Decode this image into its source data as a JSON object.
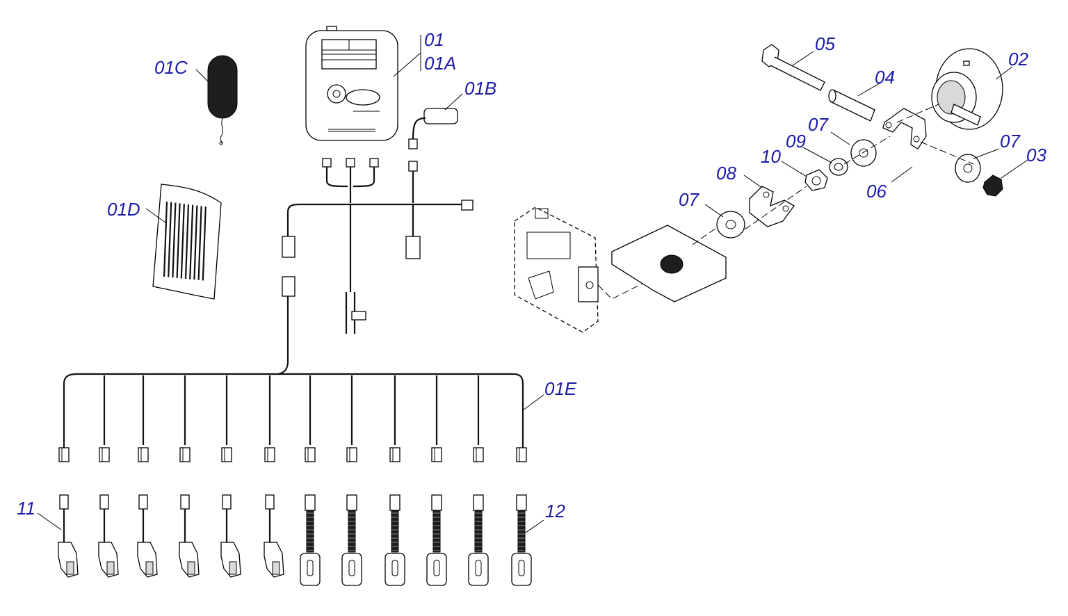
{
  "title": "",
  "callouts": {
    "c01": "01",
    "c01A": "01A",
    "c01B": "01B",
    "c01C": "01C",
    "c01D": "01D",
    "c01E": "01E",
    "c02": "02",
    "c03": "03",
    "c04": "04",
    "c05": "05",
    "c06": "06",
    "c07a": "07",
    "c07b": "07",
    "c07c": "07",
    "c08": "08",
    "c09": "09",
    "c10": "10",
    "c11": "11",
    "c12": "12"
  },
  "colors": {
    "callout": "#1a1aa8",
    "line": "#000000",
    "background": "#ffffff"
  }
}
